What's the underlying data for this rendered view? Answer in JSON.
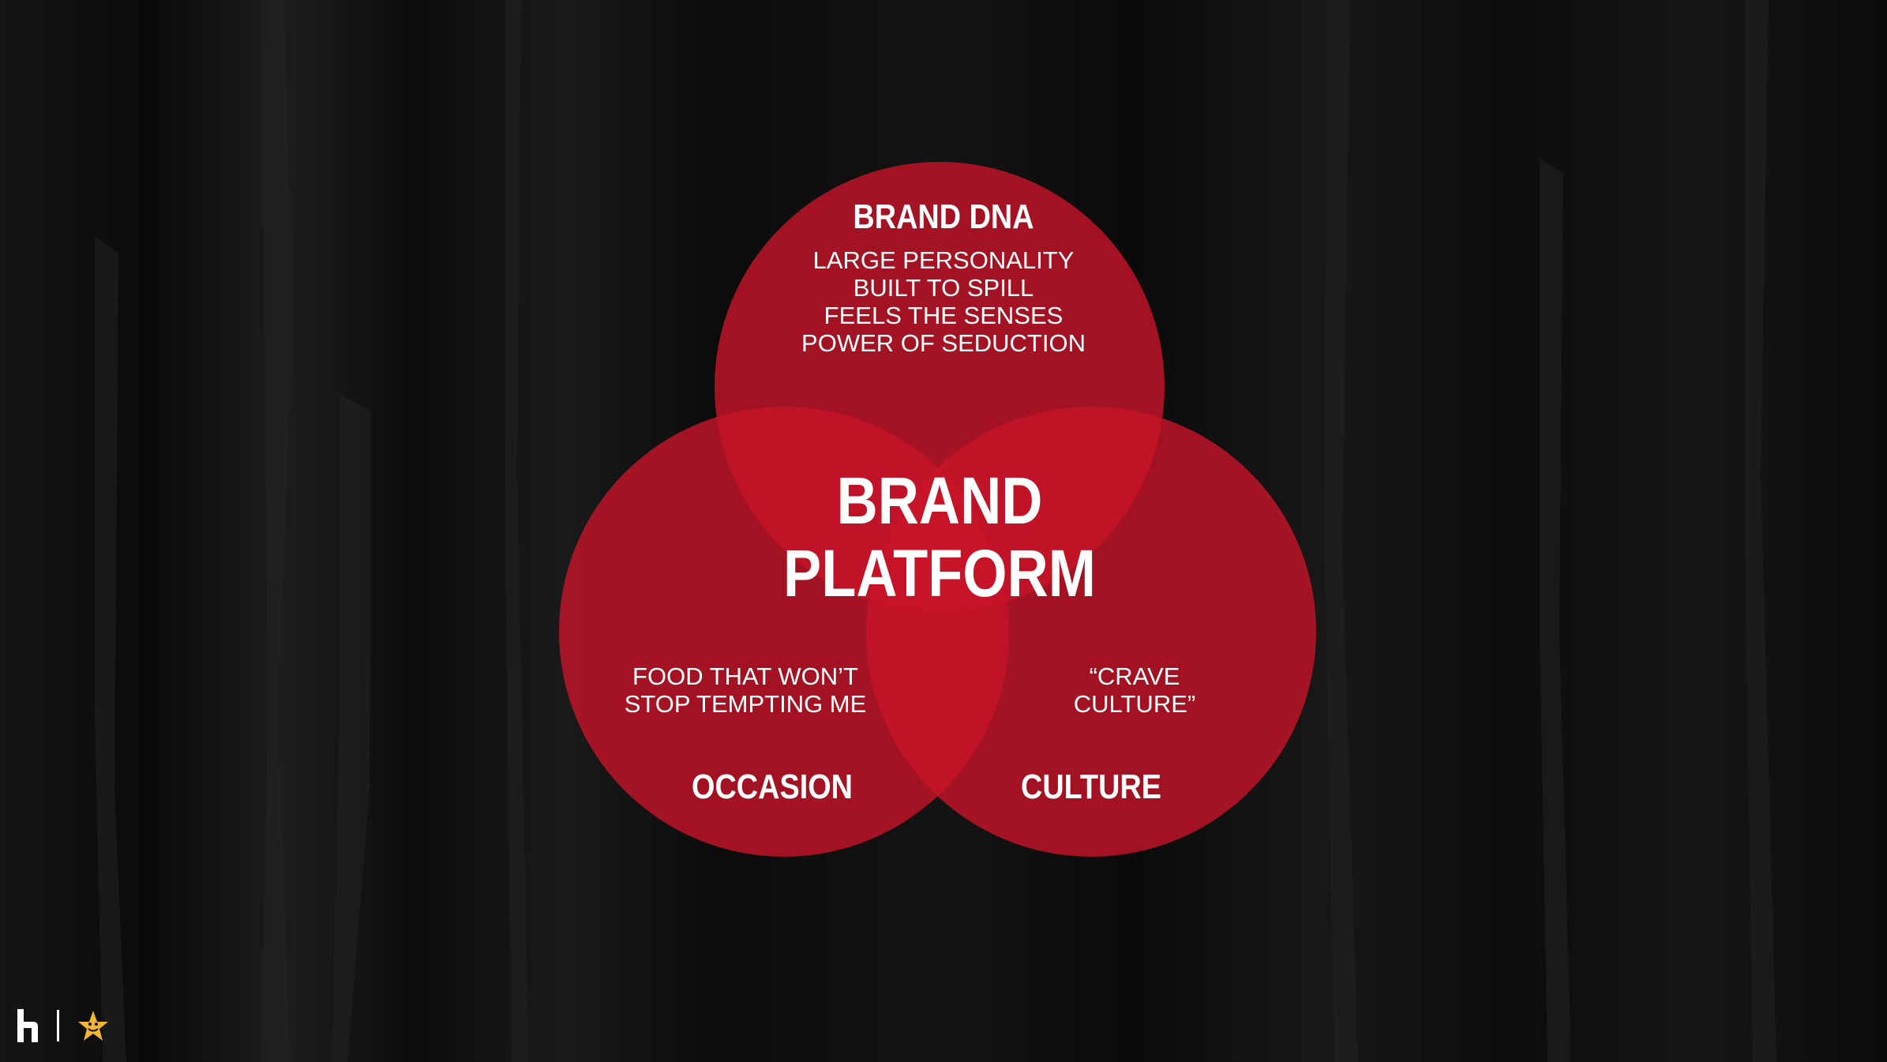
{
  "colors": {
    "background": "#0b0b0b",
    "circle_fill": "#c81428",
    "text": "#ffffff",
    "star": "#f2b632"
  },
  "diagram": {
    "center_title_line1": "BRAND",
    "center_title_line2": "PLATFORM",
    "brand_dna": {
      "title": "BRAND DNA",
      "lines": [
        "LARGE PERSONALITY",
        "BUILT TO SPILL",
        "FEELS THE SENSES",
        "POWER OF SEDUCTION"
      ]
    },
    "occasion": {
      "title": "OCCASION",
      "lines": [
        "FOOD THAT WON’T",
        "STOP TEMPTING ME"
      ]
    },
    "culture": {
      "title": "CULTURE",
      "lines": [
        "“CRAVE",
        "CULTURE”"
      ]
    }
  },
  "footer": {
    "logo_icon": "h-logo-icon",
    "brand_icon": "star-icon"
  }
}
